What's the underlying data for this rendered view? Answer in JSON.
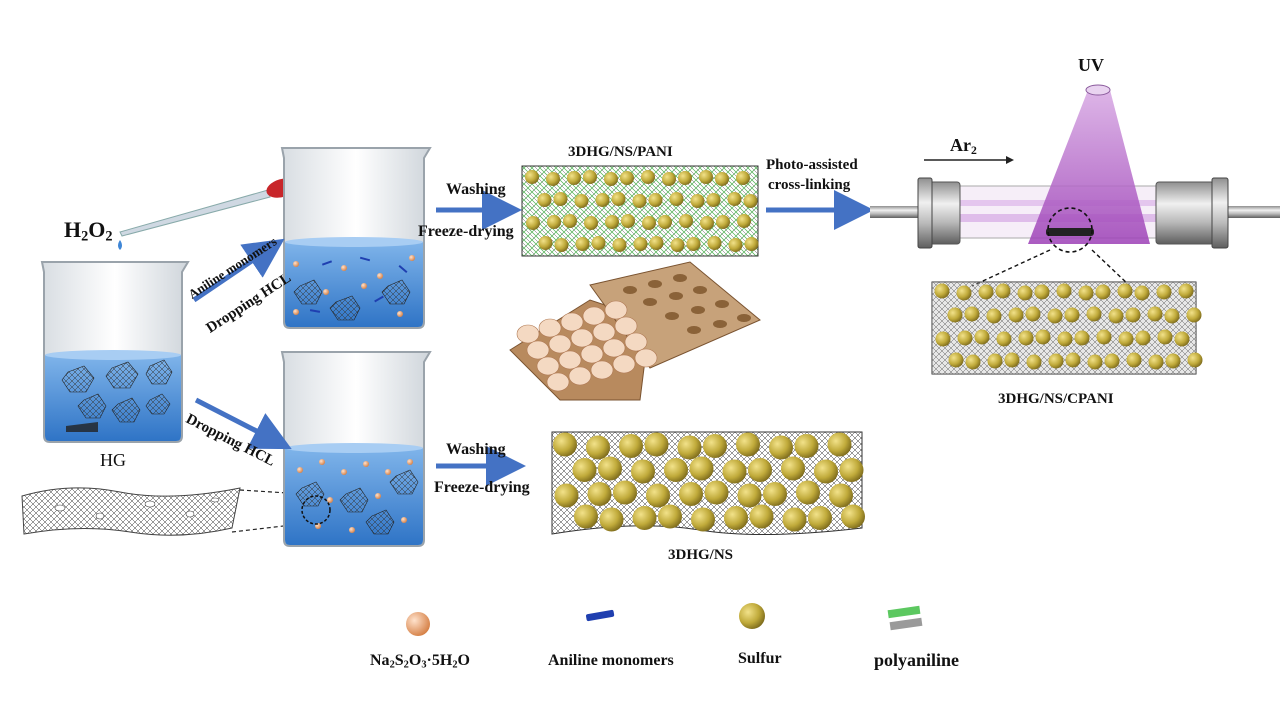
{
  "labels": {
    "h2o2": "H2O2",
    "hg": "HG",
    "aniline_monomers_arrow": "Aniline monomers",
    "dropping_hcl_upper": "Dropping HCL",
    "dropping_hcl_lower": "Dropping HCL",
    "washing_upper": "Washing",
    "freeze_drying_upper": "Freeze-drying",
    "washing_lower": "Washing",
    "freeze_drying_lower": "Freeze-drying",
    "product_pani": "3DHG/NS/PANI",
    "photo_assisted": "Photo-assisted",
    "cross_linking": "cross-linking",
    "uv": "UV",
    "ar2": "Ar2",
    "product_cpani": "3DHG/NS/CPANI",
    "product_ns": "3DHG/NS"
  },
  "legend": [
    {
      "name": "Na2S2O3·5H2O",
      "icon": "sodium-thiosulfate-sphere-icon"
    },
    {
      "name": "Aniline monomers",
      "icon": "aniline-monomer-rod-icon"
    },
    {
      "name": "Sulfur",
      "icon": "sulfur-sphere-icon"
    },
    {
      "name": "polyaniline",
      "icon": "polyaniline-strip-icon"
    }
  ],
  "colors": {
    "liquid": "#3f86d6",
    "arrow": "#4472c4",
    "sulfur": "#c0aa3a",
    "na2s2o3": "#e0a070",
    "aniline": "#1f3fb0",
    "polyaniline": "#5cc860",
    "uv_beam": "#a355b8",
    "dropper_bulb": "#c8262a"
  }
}
